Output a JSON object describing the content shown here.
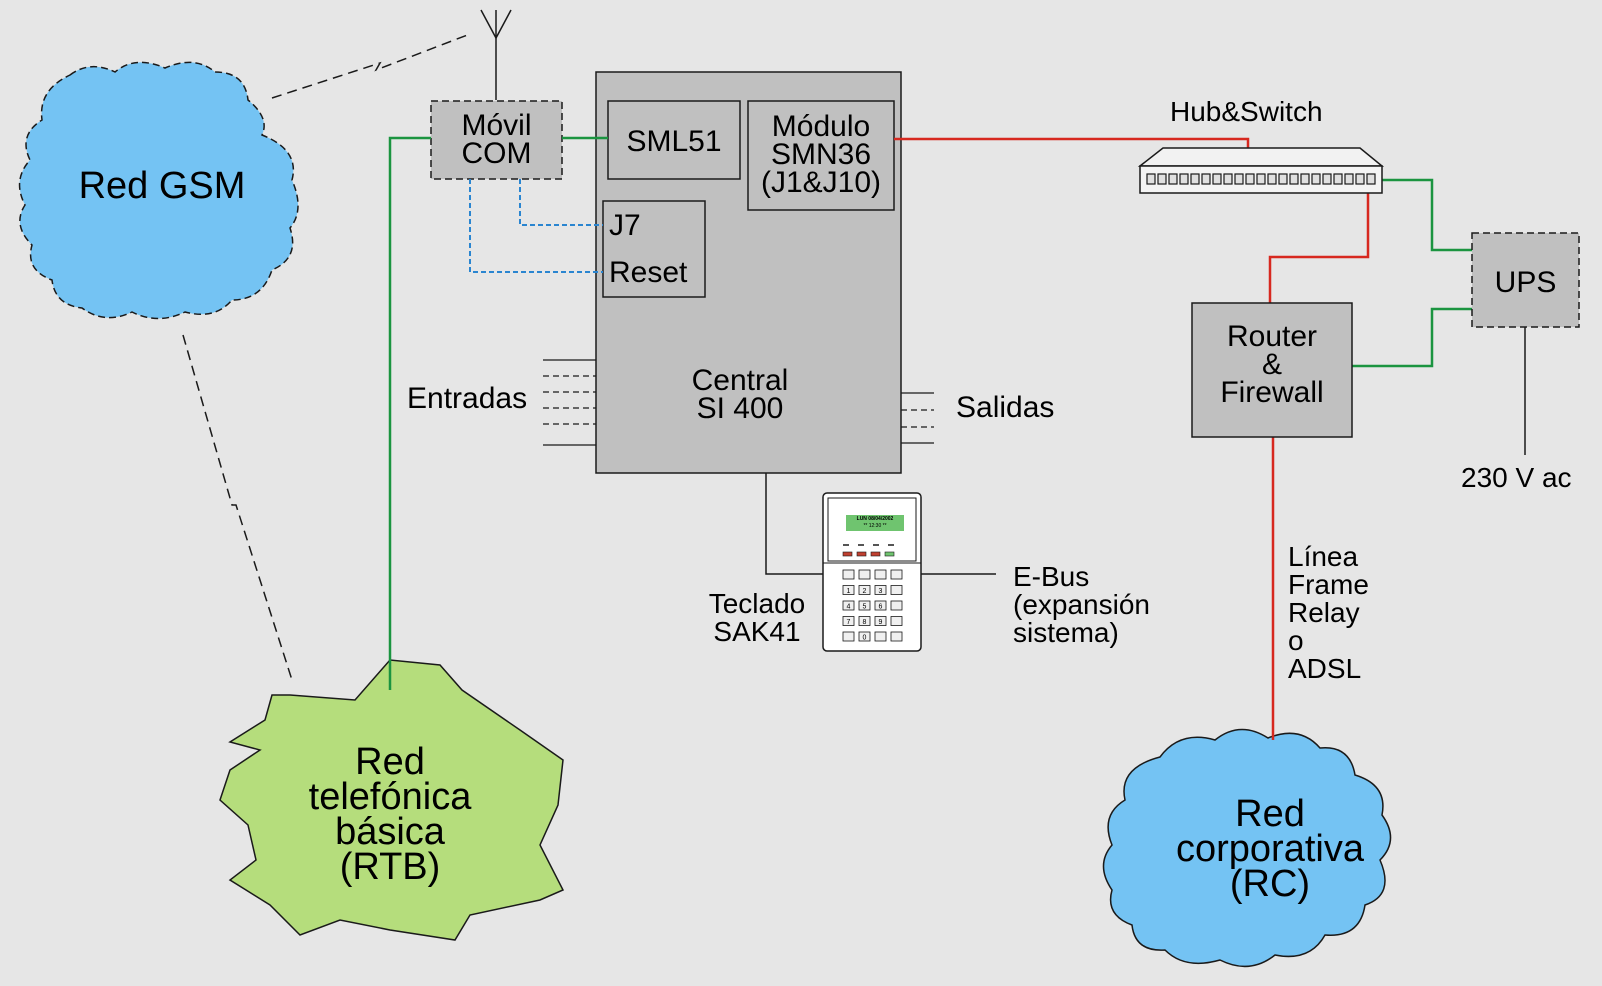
{
  "colors": {
    "background": "#e6e6e6",
    "gsm_cloud": "#74c3f3",
    "rtb_cloud": "#b5dd7c",
    "rc_cloud": "#74c3f3",
    "box_fill": "#c0c0c0",
    "line_green": "#1b9440",
    "line_red": "#d7281f",
    "line_blue": "#2a85d0",
    "keypad_screen": "#6fc46f"
  },
  "clouds": {
    "gsm": {
      "label": "Red GSM"
    },
    "rtb": {
      "lines": [
        "Red",
        "telefónica",
        "básica",
        "(RTB)"
      ]
    },
    "rc": {
      "lines": [
        "Red",
        "corporativa",
        "(RC)"
      ]
    }
  },
  "modules": {
    "movil_com": {
      "lines": [
        "Móvil",
        "COM"
      ]
    },
    "sml51": {
      "label": "SML51"
    },
    "smn36": {
      "lines": [
        "Módulo",
        "SMN36",
        "(J1&J10)"
      ]
    },
    "j7": {
      "label": "J7"
    },
    "reset": {
      "label": "Reset"
    },
    "central": {
      "lines": [
        "Central",
        "SI 400"
      ]
    },
    "hub_switch": {
      "label": "Hub&Switch"
    },
    "router": {
      "lines": [
        "Router",
        "&",
        "Firewall"
      ]
    },
    "ups": {
      "label": "UPS"
    }
  },
  "labels": {
    "entradas": "Entradas",
    "salidas": "Salidas",
    "teclado": [
      "Teclado",
      "SAK41"
    ],
    "ebus": [
      "E-Bus",
      "(expansión",
      "sistema)"
    ],
    "linea": [
      "Línea",
      "Frame",
      "Relay",
      "o",
      "ADSL"
    ],
    "power": "230 V ac"
  },
  "keypad": {
    "display_line1": "LUN 08/04/2002",
    "display_line2": "** 12:30 **",
    "keys": [
      "",
      "",
      "",
      "",
      "1",
      "2",
      "3",
      "",
      "4",
      "5",
      "6",
      "",
      "7",
      "8",
      "9",
      "",
      "",
      "0",
      "",
      ""
    ]
  },
  "icons": {
    "antenna": "antenna-icon",
    "keypad": "keypad-device-icon",
    "hub": "hub-switch-icon",
    "link_break": "lightning-break-icon"
  }
}
